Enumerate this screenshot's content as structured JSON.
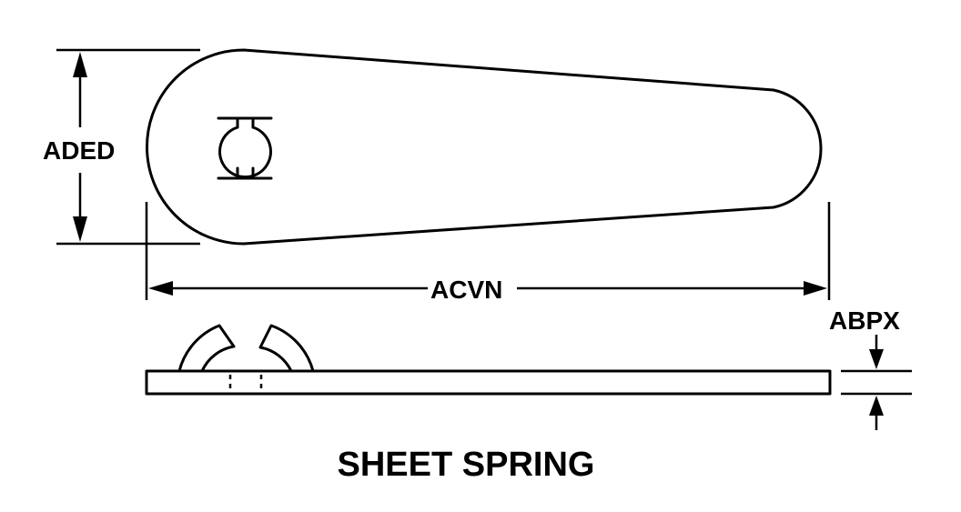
{
  "title": "SHEET SPRING",
  "dimensions": {
    "height_label": "ADED",
    "length_label": "ACVN",
    "thickness_label": "ABPX"
  }
}
